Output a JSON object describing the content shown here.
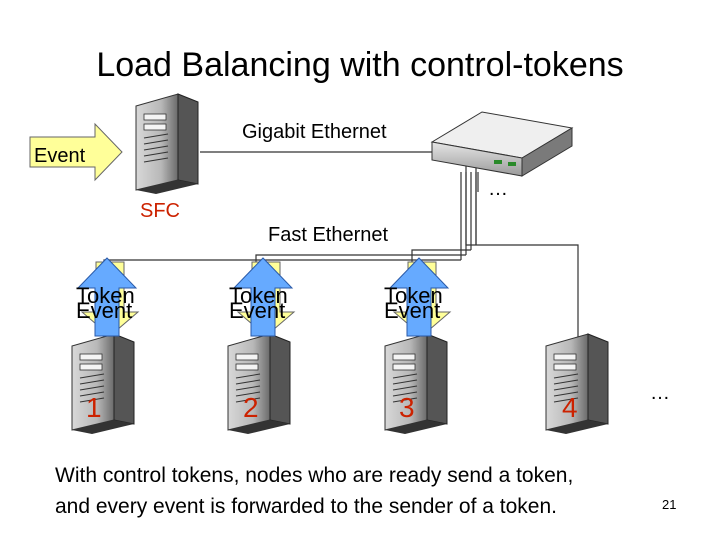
{
  "slide": {
    "title": "Load Balancing with control-tokens",
    "page_number": "21"
  },
  "labels": {
    "event_arrow": "Event",
    "sfc": "SFC",
    "gigabit": "Gigabit Ethernet",
    "fast": "Fast Ethernet",
    "switch_ellipsis": "…",
    "nodes_ellipsis": "…"
  },
  "nodes": [
    {
      "number": "1",
      "token": "Token",
      "event": "Event"
    },
    {
      "number": "2",
      "token": "Token",
      "event": "Event"
    },
    {
      "number": "3",
      "token": "Token",
      "event": "Event"
    },
    {
      "number": "4"
    }
  ],
  "caption": {
    "line1": "With control tokens, nodes who are ready send a token,",
    "line2": "and every event is forwarded to the sender of a token."
  },
  "colors": {
    "event_arrow_fill": "#ffff99",
    "token_arrow_fill": "#66aaff",
    "node_number": "#cc2200"
  }
}
